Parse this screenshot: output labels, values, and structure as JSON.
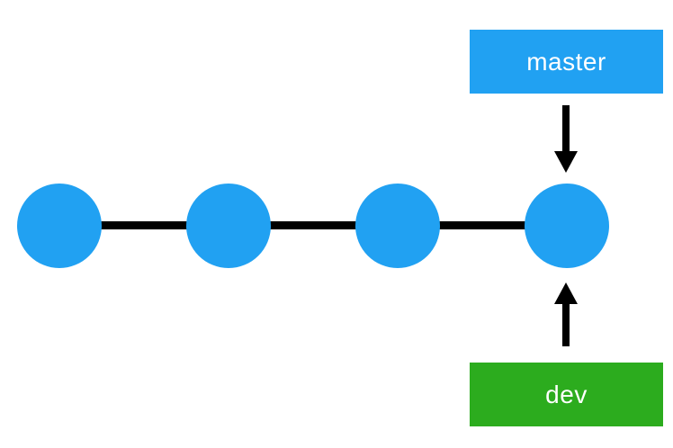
{
  "diagram": {
    "type": "git-branch-diagram",
    "commits": {
      "count": 4
    },
    "branches": {
      "master": {
        "label": "master",
        "pointer": "last-commit"
      },
      "dev": {
        "label": "dev",
        "pointer": "last-commit"
      }
    }
  },
  "colors": {
    "commit-blue": "#21a1f2",
    "master-blue": "#21a1f2",
    "dev-green": "#2cac1e",
    "line-black": "#000000",
    "label-text": "#ffffff",
    "background": "#ffffff"
  }
}
